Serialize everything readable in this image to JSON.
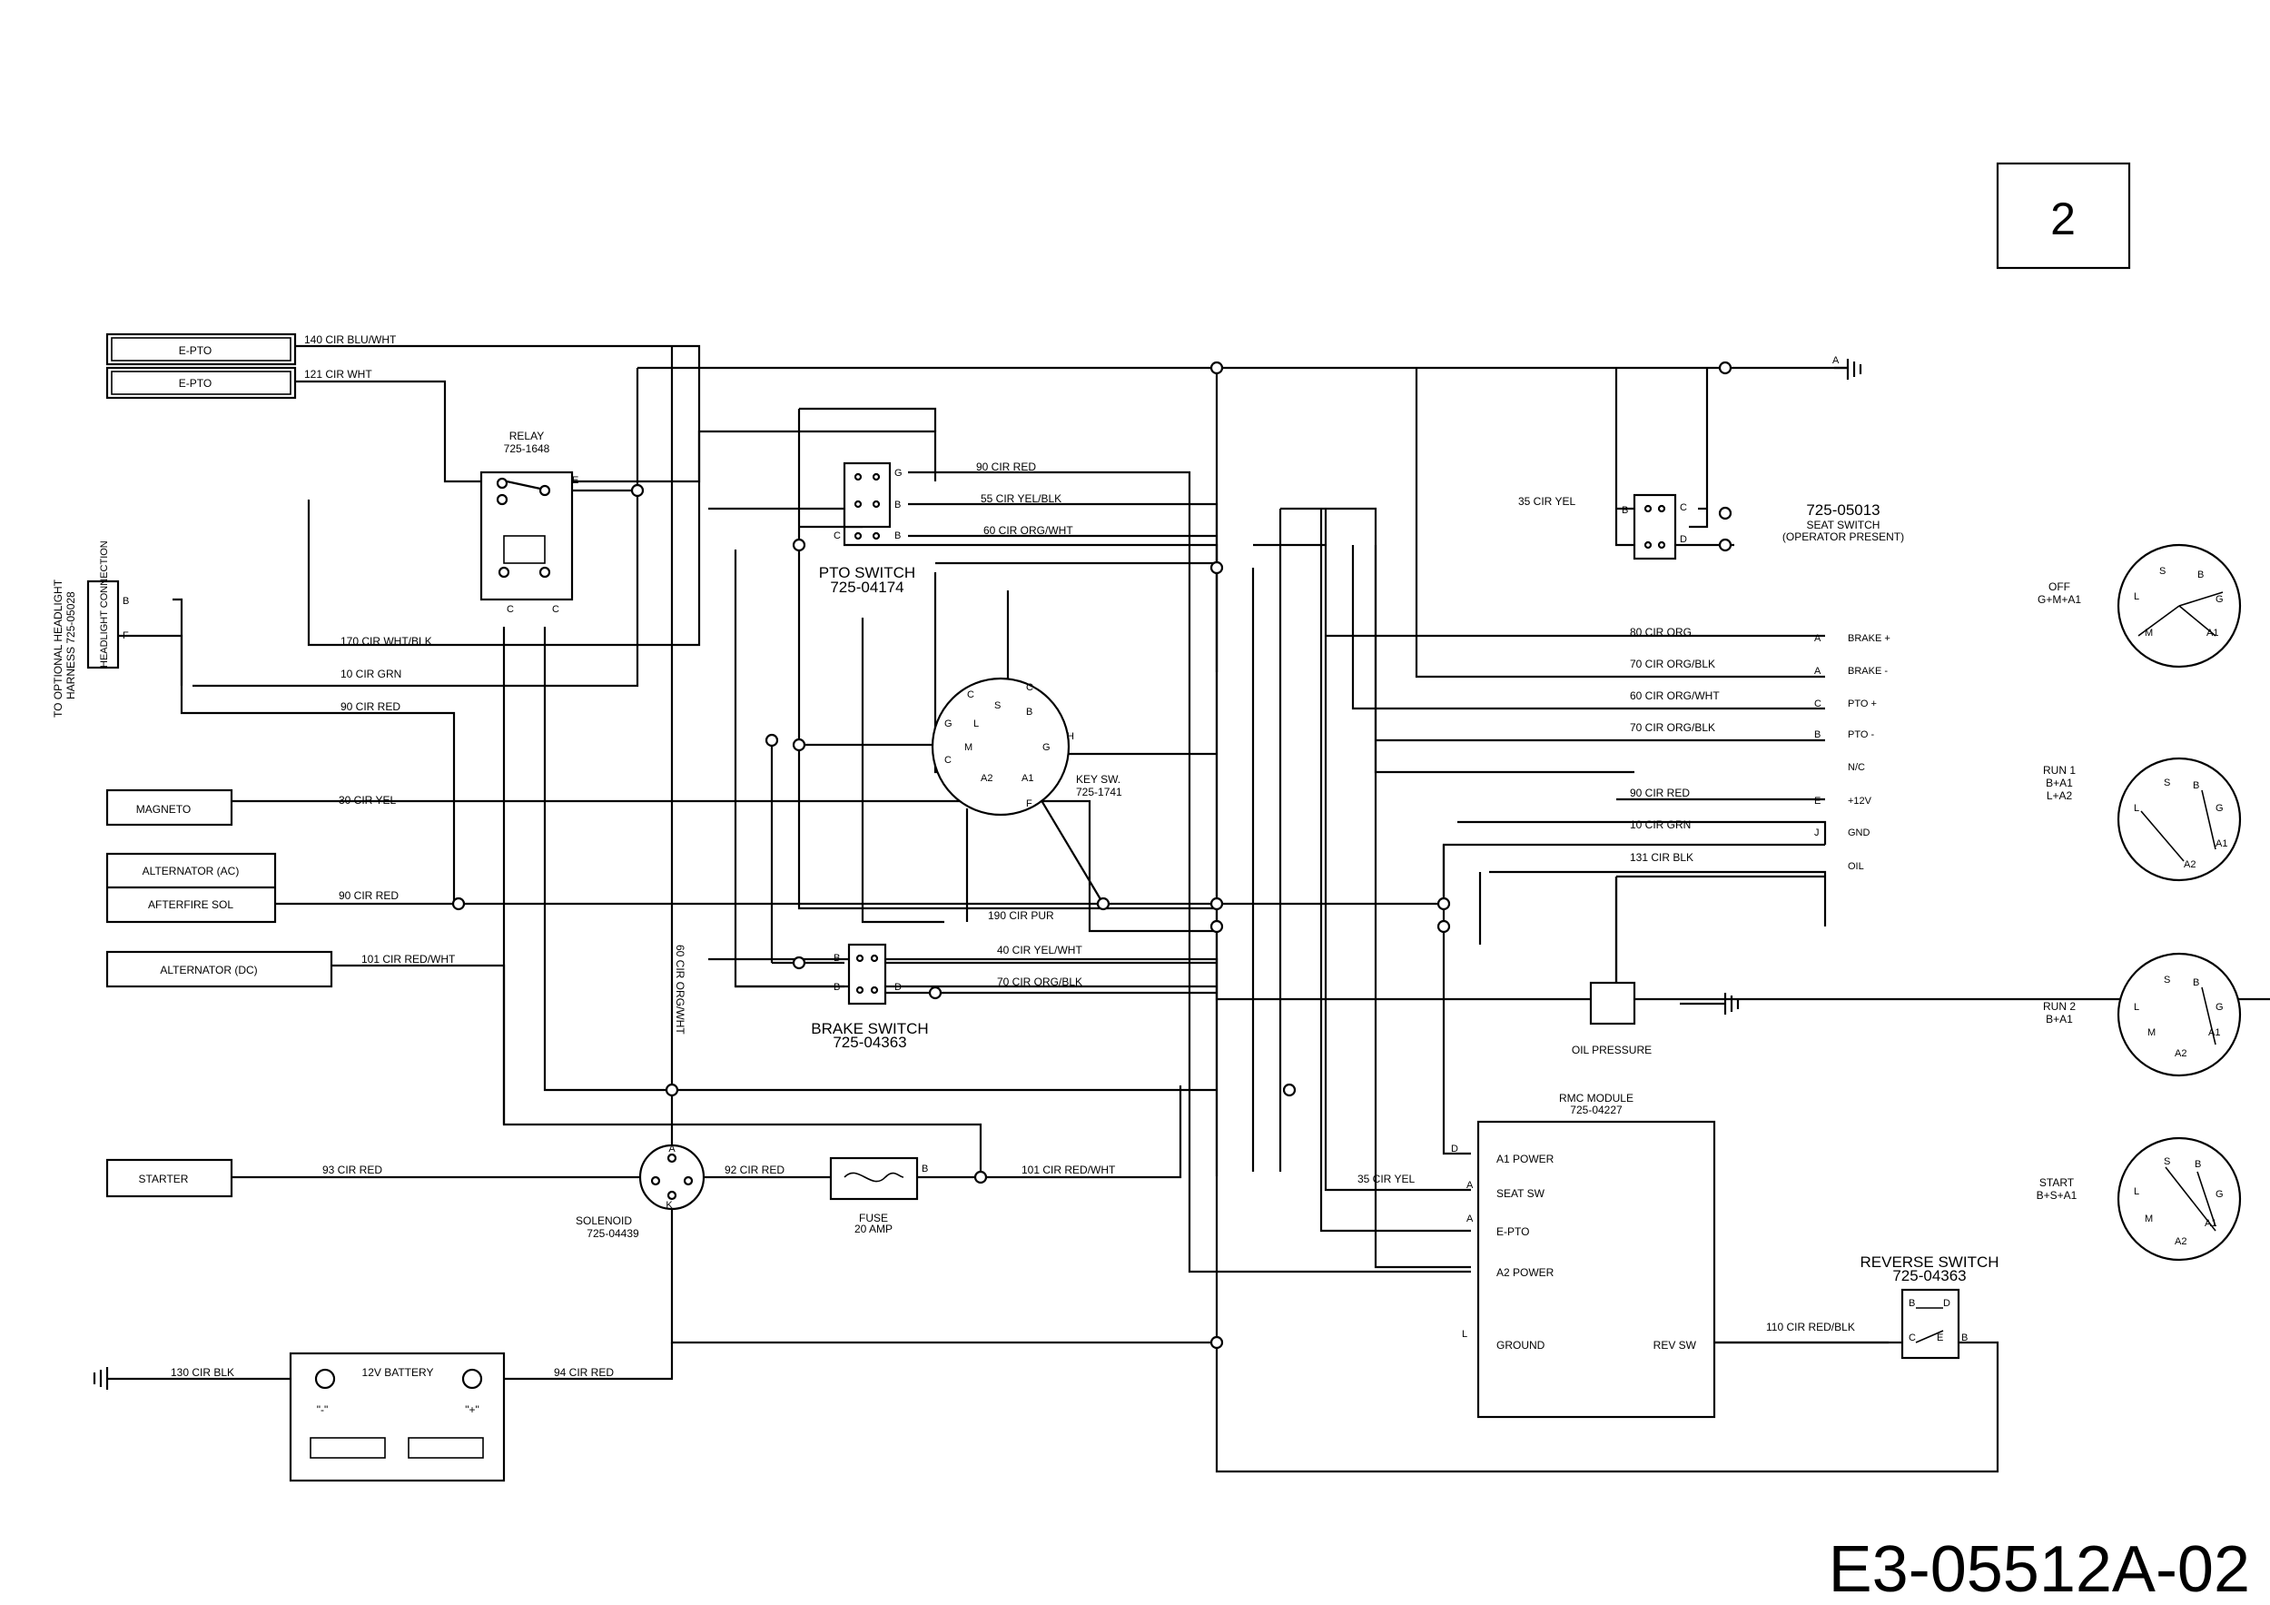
{
  "page_number": "2",
  "drawing_code": "E3-05512A-02",
  "headlight": {
    "line1": "TO OPTIONAL HEADLIGHT",
    "line2": "HARNESS 725-05028",
    "connection": "HEADLIGHT CONNECTION",
    "pin_b": "B",
    "pin_f": "F"
  },
  "left_boxes": {
    "epto1": "E-PTO",
    "epto2": "E-PTO",
    "magneto": "MAGNETO",
    "alt_ac": "ALTERNATOR (AC)",
    "afterfire": "AFTERFIRE SOL",
    "alt_dc": "ALTERNATOR (DC)",
    "starter": "STARTER"
  },
  "relay": {
    "title": "RELAY",
    "part": "725-1648",
    "pin_e": "E",
    "pin_c1": "C",
    "pin_c2": "C"
  },
  "pto_switch": {
    "title": "PTO SWITCH",
    "part": "725-04174",
    "pin_g": "G",
    "pin_b": "B",
    "pin_c": "C",
    "pin_b2": "B"
  },
  "brake_switch": {
    "title": "BRAKE SWITCH",
    "part": "725-04363",
    "pin_b1": "B",
    "pin_b2": "B",
    "pin_d": "D"
  },
  "seat_switch": {
    "part": "725-05013",
    "title": "SEAT SWITCH",
    "sub": "(OPERATOR PRESENT)",
    "pin_b": "B",
    "pin_c": "C",
    "pin_d": "D"
  },
  "key_switch": {
    "title": "KEY SW.",
    "part": "725-1741",
    "pins": {
      "C": "C",
      "S": "S",
      "B": "B",
      "G": "G",
      "L": "L",
      "H": "H",
      "M": "M",
      "G2": "G",
      "A2": "A2",
      "A1": "A1",
      "F": "F",
      "C2": "C"
    }
  },
  "solenoid": {
    "title": "SOLENOID",
    "part": "725-04439",
    "pin_a": "A",
    "pin_k": "K"
  },
  "fuse": {
    "title": "FUSE",
    "rating": "20 AMP",
    "pin_b": "B"
  },
  "battery": {
    "title": "12V BATTERY",
    "neg": "\"-\"",
    "pos": "\"+\""
  },
  "oil_pressure": "OIL PRESSURE",
  "rmc": {
    "title": "RMC MODULE",
    "part": "725-04227",
    "rows": [
      "A1 POWER",
      "SEAT SW",
      "E-PTO",
      "A2 POWER",
      "GROUND",
      "REV SW"
    ],
    "pins": {
      "d": "D",
      "a1": "A",
      "a2": "A",
      "l": "L"
    }
  },
  "reverse_switch": {
    "title": "REVERSE SWITCH",
    "part": "725-04363",
    "pin_b": "B",
    "pin_d": "D",
    "pin_c": "C",
    "pin_e": "E",
    "pin_b2": "B"
  },
  "ground_a": "A",
  "connector": {
    "rows": [
      {
        "pin": "A",
        "label": "BRAKE +"
      },
      {
        "pin": "A",
        "label": "BRAKE -"
      },
      {
        "pin": "C",
        "label": "PTO +"
      },
      {
        "pin": "B",
        "label": "PTO -"
      },
      {
        "pin": "",
        "label": "N/C"
      },
      {
        "pin": "E",
        "label": "+12V"
      },
      {
        "pin": "J",
        "label": "GND"
      },
      {
        "pin": "",
        "label": "OIL"
      }
    ]
  },
  "wires": {
    "w140": "140 CIR BLU/WHT",
    "w121": "121 CIR WHT",
    "w170": "170 CIR WHT/BLK",
    "w10": "10 CIR GRN",
    "w90a": "90 CIR RED",
    "w30": "30 CIR YEL",
    "w90b": "90 CIR RED",
    "w101a": "101 CIR RED/WHT",
    "w93": "93 CIR RED",
    "w92": "92 CIR RED",
    "w101b": "101 CIR RED/WHT",
    "w130": "130 CIR BLK",
    "w94": "94 CIR RED",
    "w60v": "60 CIR ORG/WHT",
    "w90c": "90 CIR RED",
    "w55": "55 CIR YEL/BLK",
    "w60a": "60 CIR ORG/WHT",
    "w35a": "35 CIR YEL",
    "w80": "80 CIR ORG",
    "w70a": "70 CIR ORG/BLK",
    "w60b": "60 CIR ORG/WHT",
    "w70b": "70 CIR ORG/BLK",
    "w90d": "90 CIR RED",
    "w10b": "10 CIR GRN",
    "w131": "131 CIR BLK",
    "w190": "190 CIR PUR",
    "w40": "40 CIR YEL/WHT",
    "w70c": "70 CIR ORG/BLK",
    "w35b": "35 CIR YEL",
    "w110": "110 CIR RED/BLK"
  },
  "key_positions": [
    {
      "title": "OFF",
      "sub": "G+M+A1"
    },
    {
      "title": "RUN 1",
      "sub": "B+A1",
      "sub2": "L+A2"
    },
    {
      "title": "RUN 2",
      "sub": "B+A1"
    },
    {
      "title": "START",
      "sub": "B+S+A1"
    }
  ],
  "dial_letters": {
    "s": "S",
    "b": "B",
    "l": "L",
    "g": "G",
    "m": "M",
    "a1": "A1",
    "a2": "A2"
  }
}
